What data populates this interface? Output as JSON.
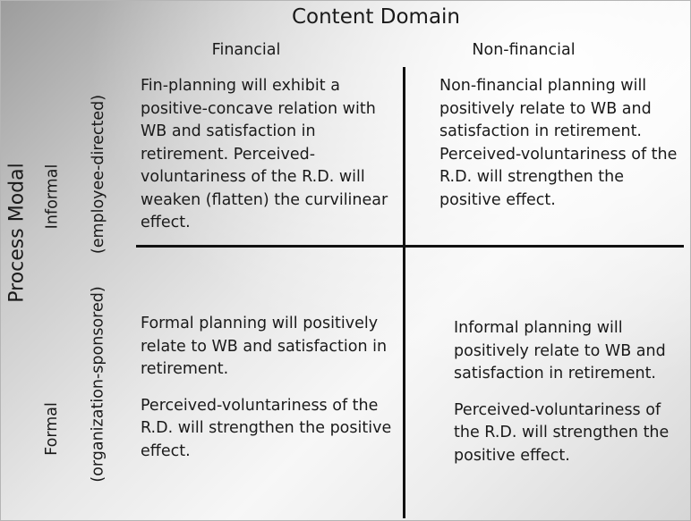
{
  "title": "Content Domain",
  "columns": [
    "Financial",
    "Non-financial"
  ],
  "y_axis_label": "Process Modal",
  "rows": [
    {
      "name": "Informal",
      "sub": "(employee-directed)"
    },
    {
      "name": "Formal",
      "sub": "(organization-sponsored)"
    }
  ],
  "cells": {
    "informal_financial": "Fin-planning will exhibit a positive-concave relation with WB and satisfaction in retirement. Perceived-voluntariness of the R.D. will weaken (flatten) the curvilinear effect.",
    "informal_nonfinancial": "Non-financial planning will positively relate to WB and satisfaction in retirement. Perceived-voluntariness of the R.D. will strengthen the positive effect.",
    "formal_financial": {
      "p1": "Formal planning will positively relate to WB and satisfaction in retirement.",
      "p2": "Perceived-voluntariness of the R.D. will strengthen the positive effect."
    },
    "formal_nonfinancial": {
      "p1": "Informal planning will positively relate to WB and satisfaction in retirement.",
      "p2": "Perceived-voluntariness of the R.D. will strengthen the positive effect."
    }
  }
}
